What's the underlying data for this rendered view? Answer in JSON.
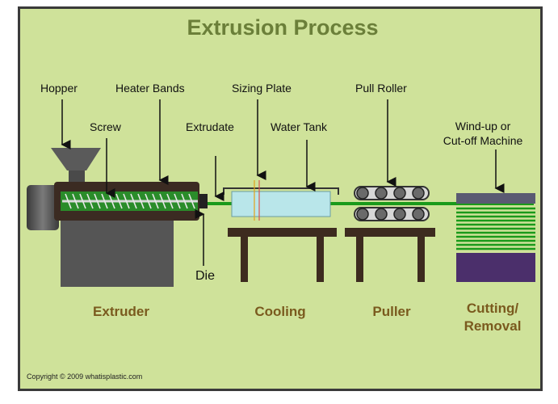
{
  "title": "Extrusion Process",
  "labels": {
    "hopper": "Hopper",
    "heater_bands": "Heater Bands",
    "screw": "Screw",
    "extrudate": "Extrudate",
    "sizing_plate": "Sizing Plate",
    "water_tank": "Water Tank",
    "pull_roller": "Pull Roller",
    "windup_line1": "Wind-up or",
    "windup_line2": "Cut-off Machine",
    "die": "Die"
  },
  "sections": {
    "extruder": "Extruder",
    "cooling": "Cooling",
    "puller": "Puller",
    "cutting_line1": "Cutting/",
    "cutting_line2": "Removal"
  },
  "copyright": "Copyright © 2009 whatisplastic.com",
  "colors": {
    "background": "#cfe29a",
    "title": "#6b7f39",
    "section_label": "#7a5a1e",
    "machine": "#4e4e4e",
    "screw_tube": "#1f7a1f",
    "extrudate": "#1a9a1a",
    "water": "#b9e6ea",
    "table": "#3d2b1f",
    "cutter_top": "#5a5a72",
    "cutter_bottom": "#4b2f6b"
  }
}
